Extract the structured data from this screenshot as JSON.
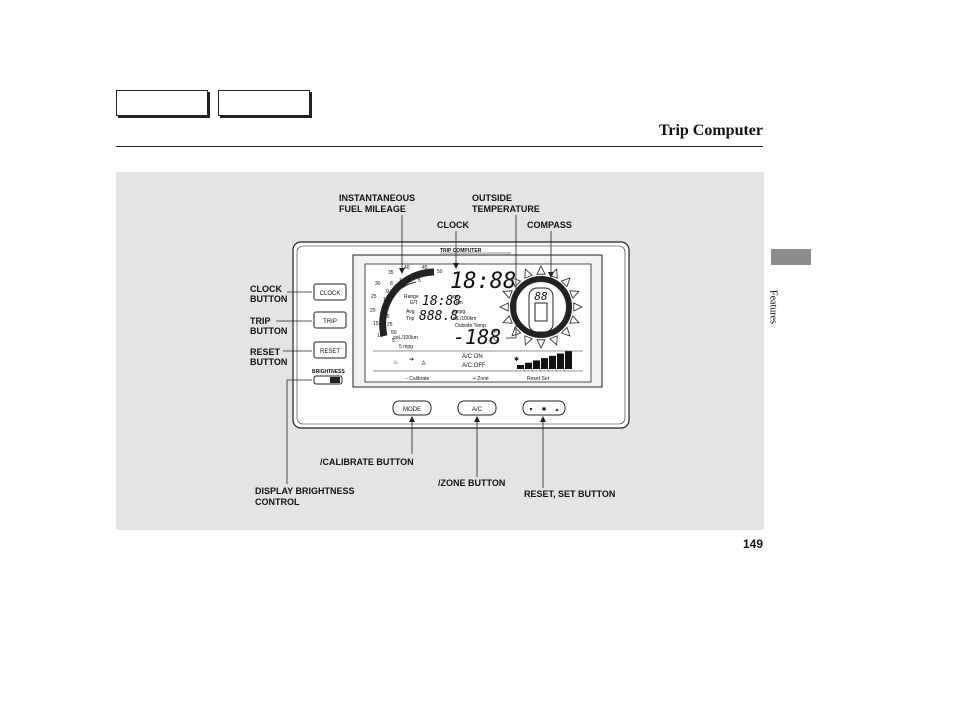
{
  "header": {
    "tab_boxes": [
      "",
      ""
    ],
    "title": "Trip Computer"
  },
  "side_tab": {
    "label": "Features"
  },
  "page_number": "149",
  "figure": {
    "callouts": {
      "instantaneous_fuel_mileage": [
        "INSTANTANEOUS",
        "FUEL MILEAGE"
      ],
      "outside_temperature": [
        "OUTSIDE",
        "TEMPERATURE"
      ],
      "clock": "CLOCK",
      "compass": "COMPASS",
      "clock_button": [
        "CLOCK",
        "BUTTON"
      ],
      "trip_button": [
        "TRIP",
        "BUTTON"
      ],
      "reset_button": [
        "RESET",
        "BUTTON"
      ],
      "calibrate_button": "/CALIBRATE BUTTON",
      "zone_button": "/ZONE BUTTON",
      "reset_set_button": "RESET, SET BUTTON",
      "display_brightness_control": [
        "DISPLAY BRIGHTNESS",
        "CONTROL"
      ]
    },
    "unit": {
      "header_label": "TRIP COMPUTER",
      "buttons": {
        "clock": "CLOCK",
        "trip": "TRIP",
        "reset": "RESET",
        "brightness": "BRIGHTNESS"
      },
      "bottom_buttons": {
        "mode": "MODE",
        "ac": "A/C",
        "fan_down": "▼",
        "fan_up": "▲"
      },
      "lcd": {
        "clock_digits": "18:88",
        "range_label": "Range",
        "et_label": "E/T",
        "range_digits": "18:88",
        "range_unit_mi": "mi",
        "range_unit_km": "km",
        "avg_label": "Avg",
        "trip_label": "Trip",
        "avg_digits": "888.8",
        "avg_unit_kmpg": "kmpg",
        "avg_unit_ml": "mL/100km",
        "outside_temp_label": "Outside Temp",
        "temp_digits": "-188",
        "temp_unit_f": "°F",
        "temp_unit_c": "°C",
        "compass_digits": "88",
        "gauge_unit_l": "ooL/100km",
        "gauge_unit_mpg": "5 mpg",
        "gauge_outer_ticks": [
          "35",
          "40",
          "45",
          "50",
          "30",
          "25",
          "20",
          "15",
          "10"
        ],
        "gauge_inner_ticks": [
          "8",
          "7",
          "6",
          "5",
          "9",
          "10",
          "12",
          "15",
          "25",
          "50",
          "5"
        ],
        "ac_on": "A/C ON",
        "ac_off": "A/C OFF",
        "func_calibrate": "− Calibrate",
        "func_zone": "+ Zone",
        "func_reset_set": "Reset Set"
      }
    }
  }
}
